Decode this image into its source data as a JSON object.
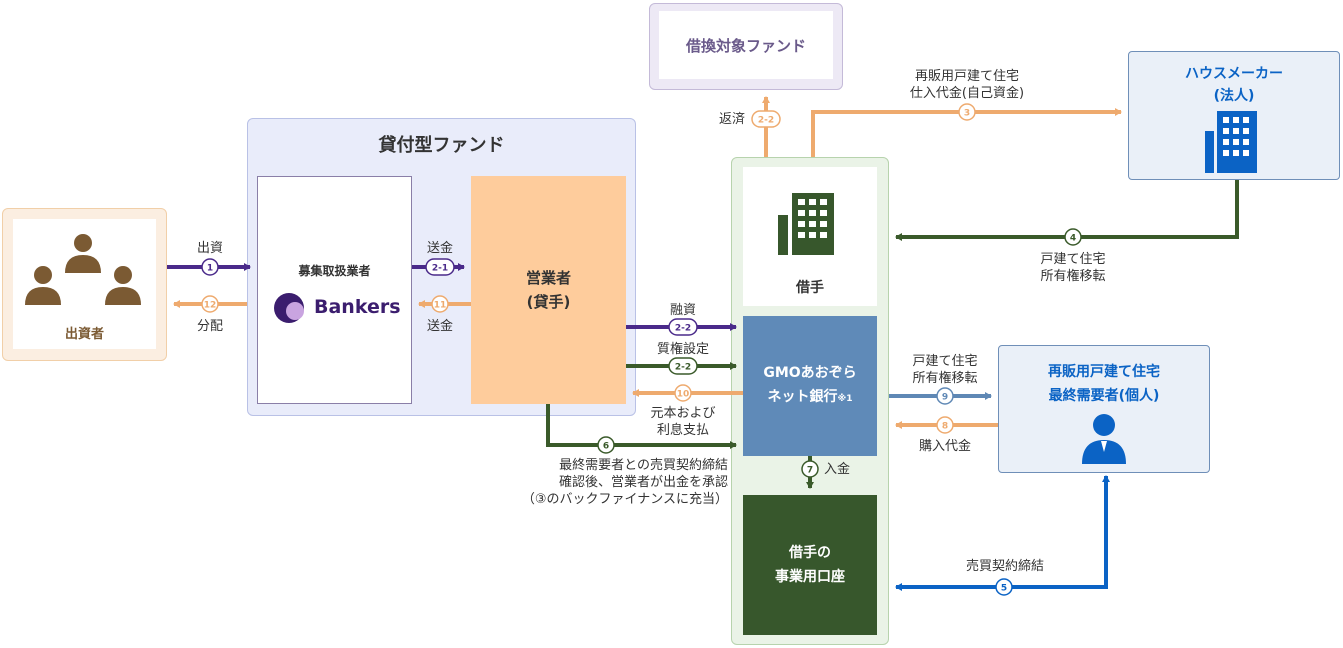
{
  "investors": {
    "label": "出資者"
  },
  "fund": {
    "title": "貸付型ファンド"
  },
  "platform": {
    "label": "募集取扱業者",
    "logo_text": "Bankers"
  },
  "operator": {
    "line1": "営業者",
    "line2": "(貸手)"
  },
  "refinance_fund": {
    "label": "借換対象ファンド"
  },
  "borrower": {
    "label": "借手"
  },
  "bank": {
    "line1": "GMOあおぞら",
    "line2": "ネット銀行",
    "note": "※1"
  },
  "borrower_account": {
    "line1": "借手の",
    "line2": "事業用口座"
  },
  "house_maker": {
    "line1": "ハウスメーカー",
    "line2": "(法人)"
  },
  "end_buyer": {
    "line1": "再販用戸建て住宅",
    "line2": "最終需要者(個人)"
  },
  "flows": [
    {
      "id": "1",
      "badge": "1",
      "lines": [
        "出資"
      ]
    },
    {
      "id": "12",
      "badge": "12",
      "lines": [
        "分配"
      ]
    },
    {
      "id": "2-1",
      "badge": "2-1",
      "lines": [
        "送金"
      ]
    },
    {
      "id": "11",
      "badge": "11",
      "lines": [
        "送金"
      ]
    },
    {
      "id": "2-2a",
      "badge": "2-2",
      "lines": [
        "融資"
      ]
    },
    {
      "id": "2-2b",
      "badge": "2-2",
      "lines": [
        "質権設定"
      ]
    },
    {
      "id": "10",
      "badge": "10",
      "lines": [
        "元本および",
        "利息支払"
      ]
    },
    {
      "id": "6",
      "badge": "6",
      "lines": [
        "最終需要者との売買契約締結",
        "確認後、営業者が出金を承認",
        "（③のバックファイナンスに充当）"
      ]
    },
    {
      "id": "2-2c",
      "badge": "2-2",
      "lines": [
        "返済"
      ]
    },
    {
      "id": "3",
      "badge": "3",
      "lines": [
        "再販用戸建て住宅",
        "仕入代金(自己資金)"
      ]
    },
    {
      "id": "4",
      "badge": "4",
      "lines": [
        "戸建て住宅",
        "所有権移転"
      ]
    },
    {
      "id": "9",
      "badge": "9",
      "lines": [
        "戸建て住宅",
        "所有権移転"
      ]
    },
    {
      "id": "8",
      "badge": "8",
      "lines": [
        "購入代金"
      ]
    },
    {
      "id": "7",
      "badge": "7",
      "lines": [
        "入金"
      ]
    },
    {
      "id": "5",
      "badge": "5",
      "lines": [
        "売買契約締結"
      ]
    }
  ],
  "colors": {
    "purple": "#4a2a8a",
    "orange": "#eeaa6e",
    "dark_green": "#3a5a2a",
    "slate_blue": "#5f88b5",
    "blue": "#0b63c5",
    "bank_fill": "#5f8ab8",
    "account_fill": "#37572c",
    "operator_fill": "#fecc9c"
  }
}
